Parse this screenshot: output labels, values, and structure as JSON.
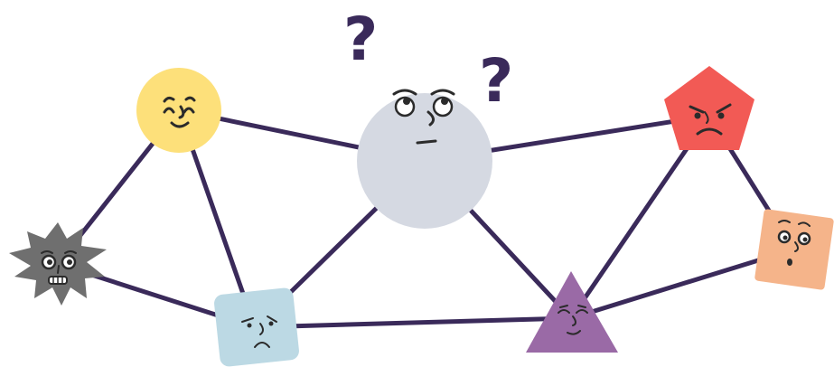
{
  "colors": {
    "edge": "#3a2a5a",
    "question_mark": "#3a2a5a",
    "yellow_circle": "#fde07a",
    "grey_circle": "#d5d9e2",
    "red_pentagon": "#f25a55",
    "orange_square": "#f5b48a",
    "grey_star": "#6f6f6f",
    "blue_square": "#bcd9e4",
    "purple_triangle": "#9a6aa6"
  },
  "question_marks": [
    "?",
    "?"
  ],
  "nodes": [
    {
      "id": "yellow",
      "shape": "circle",
      "expression": "happy"
    },
    {
      "id": "grey-big",
      "shape": "circle",
      "expression": "wondering"
    },
    {
      "id": "red",
      "shape": "pentagon",
      "expression": "angry"
    },
    {
      "id": "orange",
      "shape": "square",
      "expression": "surprised"
    },
    {
      "id": "star",
      "shape": "star",
      "expression": "nervous"
    },
    {
      "id": "blue",
      "shape": "square",
      "expression": "sad"
    },
    {
      "id": "purple",
      "shape": "triangle",
      "expression": "smug"
    }
  ],
  "edges": [
    [
      "yellow",
      "grey-big"
    ],
    [
      "yellow",
      "star"
    ],
    [
      "yellow",
      "blue"
    ],
    [
      "grey-big",
      "blue"
    ],
    [
      "grey-big",
      "purple"
    ],
    [
      "grey-big",
      "red"
    ],
    [
      "red",
      "purple"
    ],
    [
      "red",
      "orange"
    ],
    [
      "orange",
      "purple"
    ],
    [
      "star",
      "blue"
    ],
    [
      "blue",
      "purple"
    ]
  ]
}
